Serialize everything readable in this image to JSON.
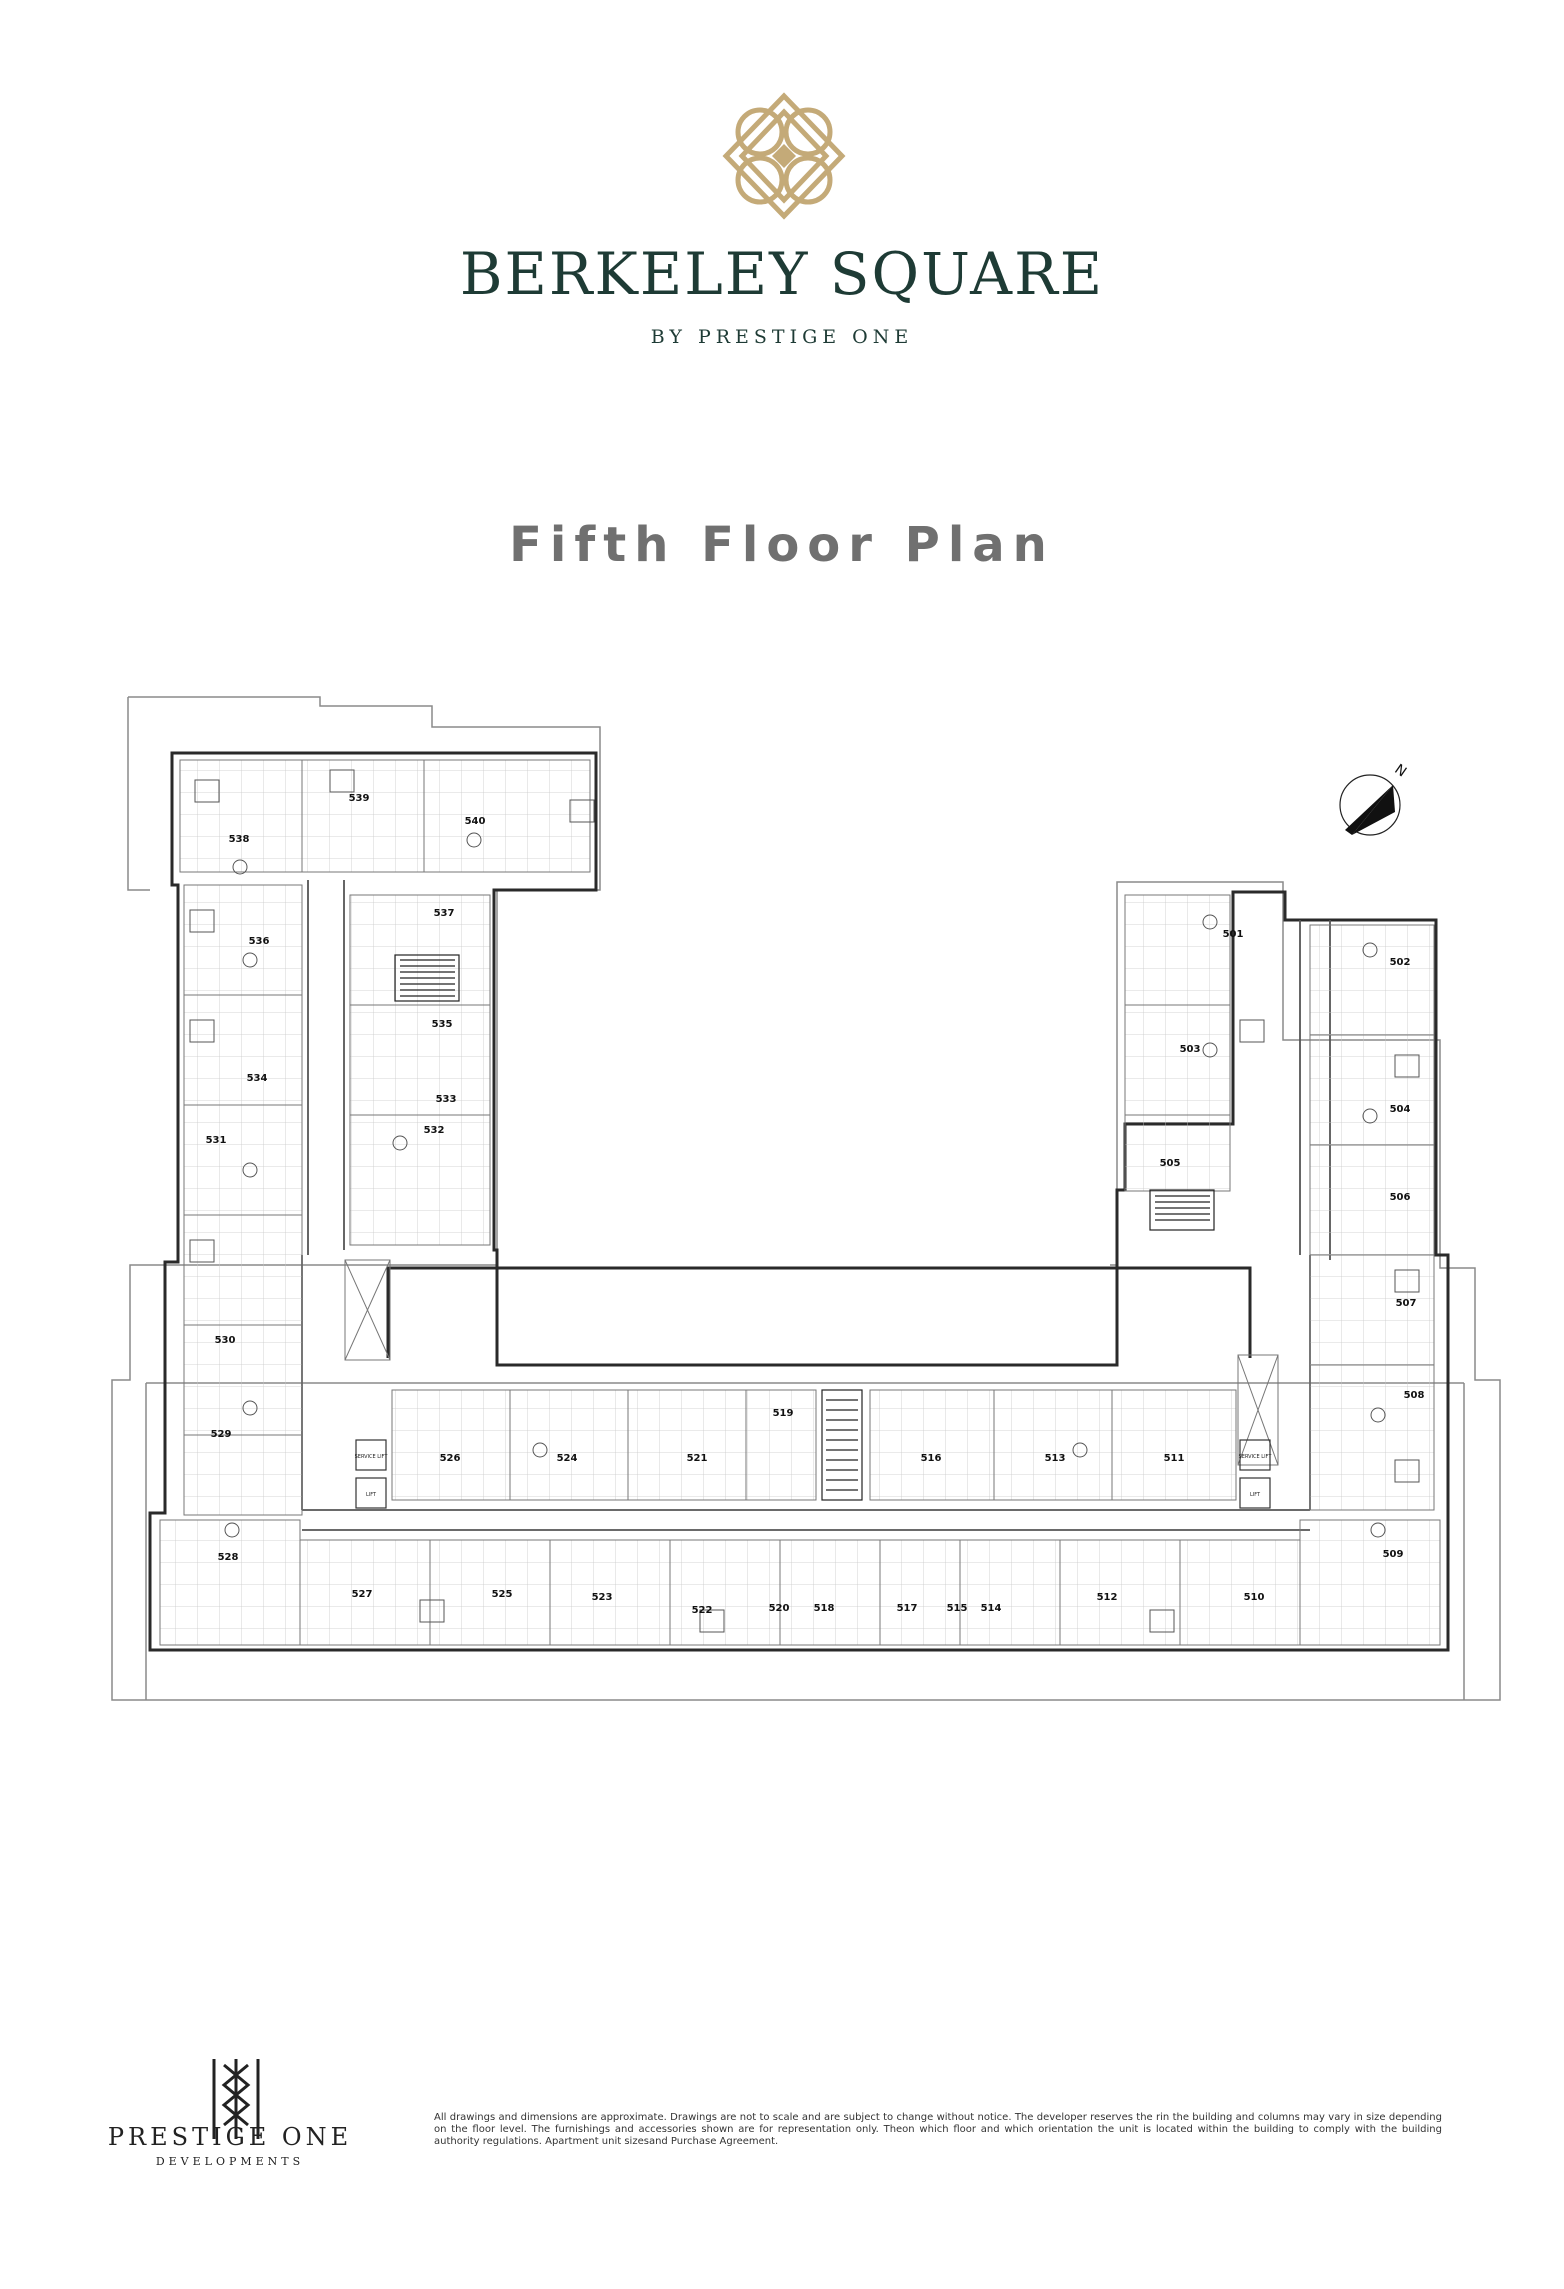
{
  "header": {
    "logo_icon": "interlaced-ornament-logo-icon",
    "title": "BERKELEY SQUARE",
    "subtitle": "BY PRESTIGE ONE",
    "accent_color": "#1e3b35",
    "logo_color": "#c4aa78"
  },
  "plan": {
    "title": "Fifth Floor Plan",
    "compass_label": "N",
    "units": [
      "501",
      "502",
      "503",
      "504",
      "505",
      "506",
      "507",
      "508",
      "509",
      "510",
      "511",
      "512",
      "513",
      "514",
      "515",
      "516",
      "517",
      "518",
      "519",
      "520",
      "521",
      "522",
      "523",
      "524",
      "525",
      "526",
      "527",
      "528",
      "529",
      "530",
      "531",
      "532",
      "533",
      "534",
      "535",
      "536",
      "537",
      "538",
      "539",
      "540"
    ],
    "lift_labels": [
      "SERVICE LIFT",
      "LIFT",
      "SERVICE LIFT",
      "LIFT"
    ]
  },
  "footer": {
    "developer_name": "PRESTIGE ONE",
    "developer_sub": "DEVELOPMENTS",
    "disclaimer": "All drawings and dimensions are approximate. Drawings are not to scale and are subject to change without notice. The developer reserves the rin the building and columns may vary in size depending on the floor level. The furnishings and accessories shown are for representation only. Theon which floor and which orientation the unit is located within the building to comply with the building authority regulations.  Apartment unit sizesand Purchase Agreement."
  }
}
